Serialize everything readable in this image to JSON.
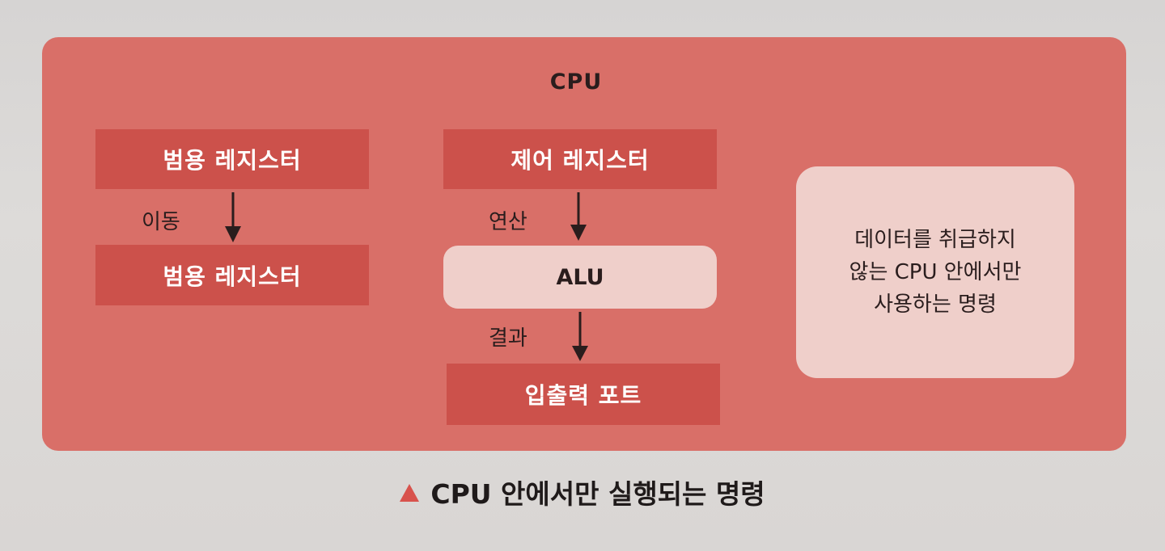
{
  "diagram": {
    "title": "CPU",
    "nodes": {
      "general_register_top": "범용 레지스터",
      "general_register_bottom": "범용 레지스터",
      "control_register": "제어 레지스터",
      "alu": "ALU",
      "io_port": "입출력 포트"
    },
    "edges": {
      "move": "이동",
      "operation": "연산",
      "result": "결과"
    },
    "note_lines": [
      "데이터를 취급하지",
      "않는 CPU 안에서만",
      "사용하는 명령"
    ]
  },
  "caption": {
    "text": "CPU 안에서만 실행되는 명령"
  },
  "colors": {
    "panel": "#d96f68",
    "register_box": "#cc514b",
    "light_box": "#efcfca",
    "caption_marker": "#d8524c"
  },
  "icons": {
    "caption_marker": "triangle-icon"
  }
}
